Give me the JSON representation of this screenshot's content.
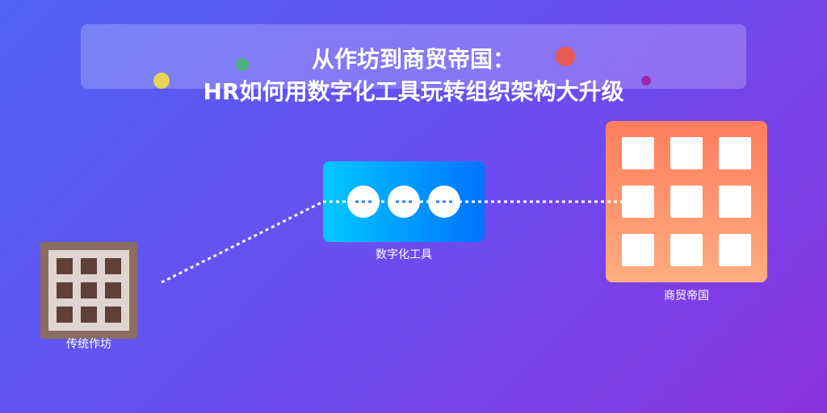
{
  "header": {
    "title_line1": "从作坊到商贸帝国：",
    "title_line2": "HR如何用数字化工具玩转组织架构大升级"
  },
  "nodes": {
    "workshop": {
      "label": "传统作坊",
      "icon": "building-grid-icon",
      "color": "#8a6d60"
    },
    "tool": {
      "label": "数字化工具",
      "icon": "digital-tool-icon",
      "color": "#0072ff"
    },
    "empire": {
      "label": "商贸帝国",
      "icon": "building-grid-icon",
      "color": "#ff7d5c"
    }
  },
  "colors": {
    "background_start": "#4f63f5",
    "background_end": "#8a33e0",
    "dot_yellow": "#e6d35a",
    "dot_green": "#4caf7a",
    "dot_red": "#e85a4f",
    "dot_purple": "#9c27b0"
  }
}
